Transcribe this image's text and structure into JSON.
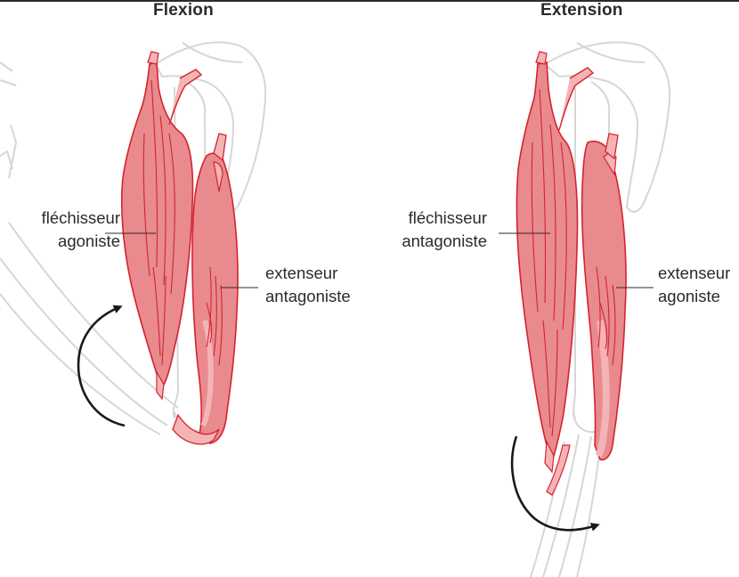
{
  "panels": [
    {
      "title": "Flexion",
      "flexor_label": [
        "fléchisseur",
        "agoniste"
      ],
      "extensor_label": [
        "extenseur",
        "antagoniste"
      ]
    },
    {
      "title": "Extension",
      "flexor_label": [
        "fléchisseur",
        "antagoniste"
      ],
      "extensor_label": [
        "extenseur",
        "agoniste"
      ]
    }
  ],
  "colors": {
    "muscle_fill": "#e88a8e",
    "muscle_light": "#f4b4b6",
    "muscle_stroke": "#d4232f",
    "bone_outline": "#d6d6d6",
    "arrow": "#1a1a1a",
    "text": "#2b2b2b"
  }
}
